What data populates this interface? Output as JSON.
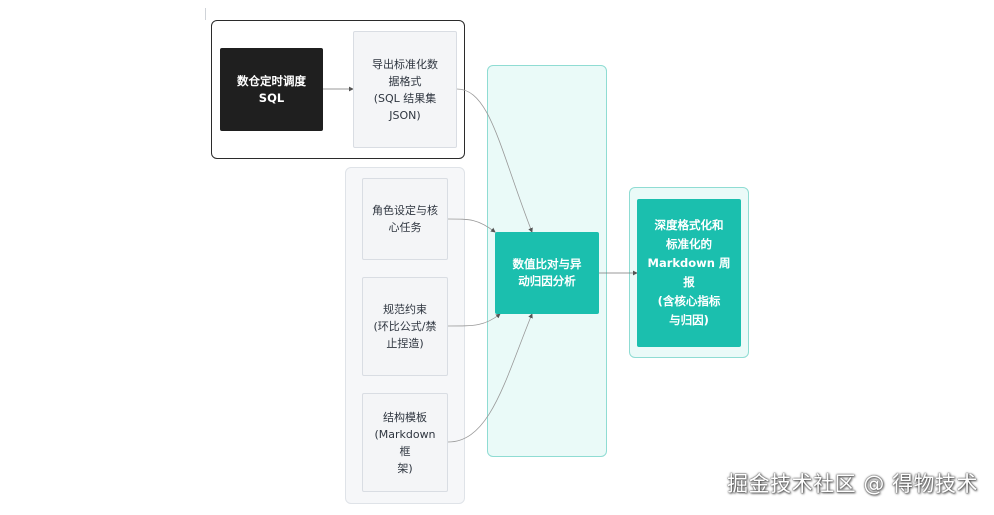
{
  "nodes": {
    "sql": {
      "lines": [
        "数仓定时调度",
        "SQL"
      ]
    },
    "export": {
      "lines": [
        "导出标准化数",
        "据格式",
        "(SQL 结果集",
        "JSON)"
      ]
    },
    "role": {
      "lines": [
        "角色设定与核",
        "心任务"
      ]
    },
    "rules": {
      "lines": [
        "规范约束",
        "(环比公式/禁",
        "止捏造)"
      ]
    },
    "template": {
      "lines": [
        "结构模板",
        "(Markdown 框",
        "架)"
      ]
    },
    "compare": {
      "lines": [
        "数值比对与异",
        "动归因分析"
      ]
    },
    "report": {
      "lines": [
        "深度格式化和",
        "标准化的",
        "Markdown 周",
        "报",
        "(含核心指标",
        "与归因)"
      ]
    }
  },
  "watermark": "掘金技术社区 @ 得物技术",
  "colors": {
    "dark_node": "#1f1f1f",
    "teal_node": "#1bbfae",
    "teal_lane": "#eafaf8",
    "edge": "#555555"
  }
}
